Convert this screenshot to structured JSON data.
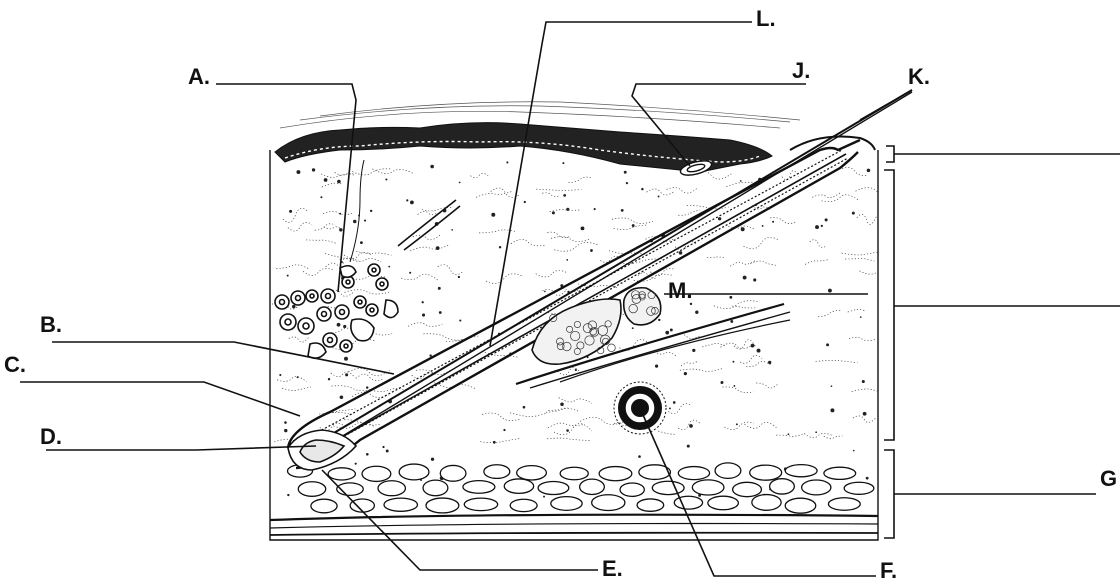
{
  "labels": {
    "A": "A.",
    "B": "B.",
    "C": "C.",
    "D": "D.",
    "E": "E.",
    "F": "F.",
    "G": "G",
    "J": "J.",
    "K": "K.",
    "L": "L.",
    "M": "M."
  },
  "colors": {
    "ink": "#111111",
    "paper": "#ffffff",
    "fill_light": "#f4f4f4"
  }
}
